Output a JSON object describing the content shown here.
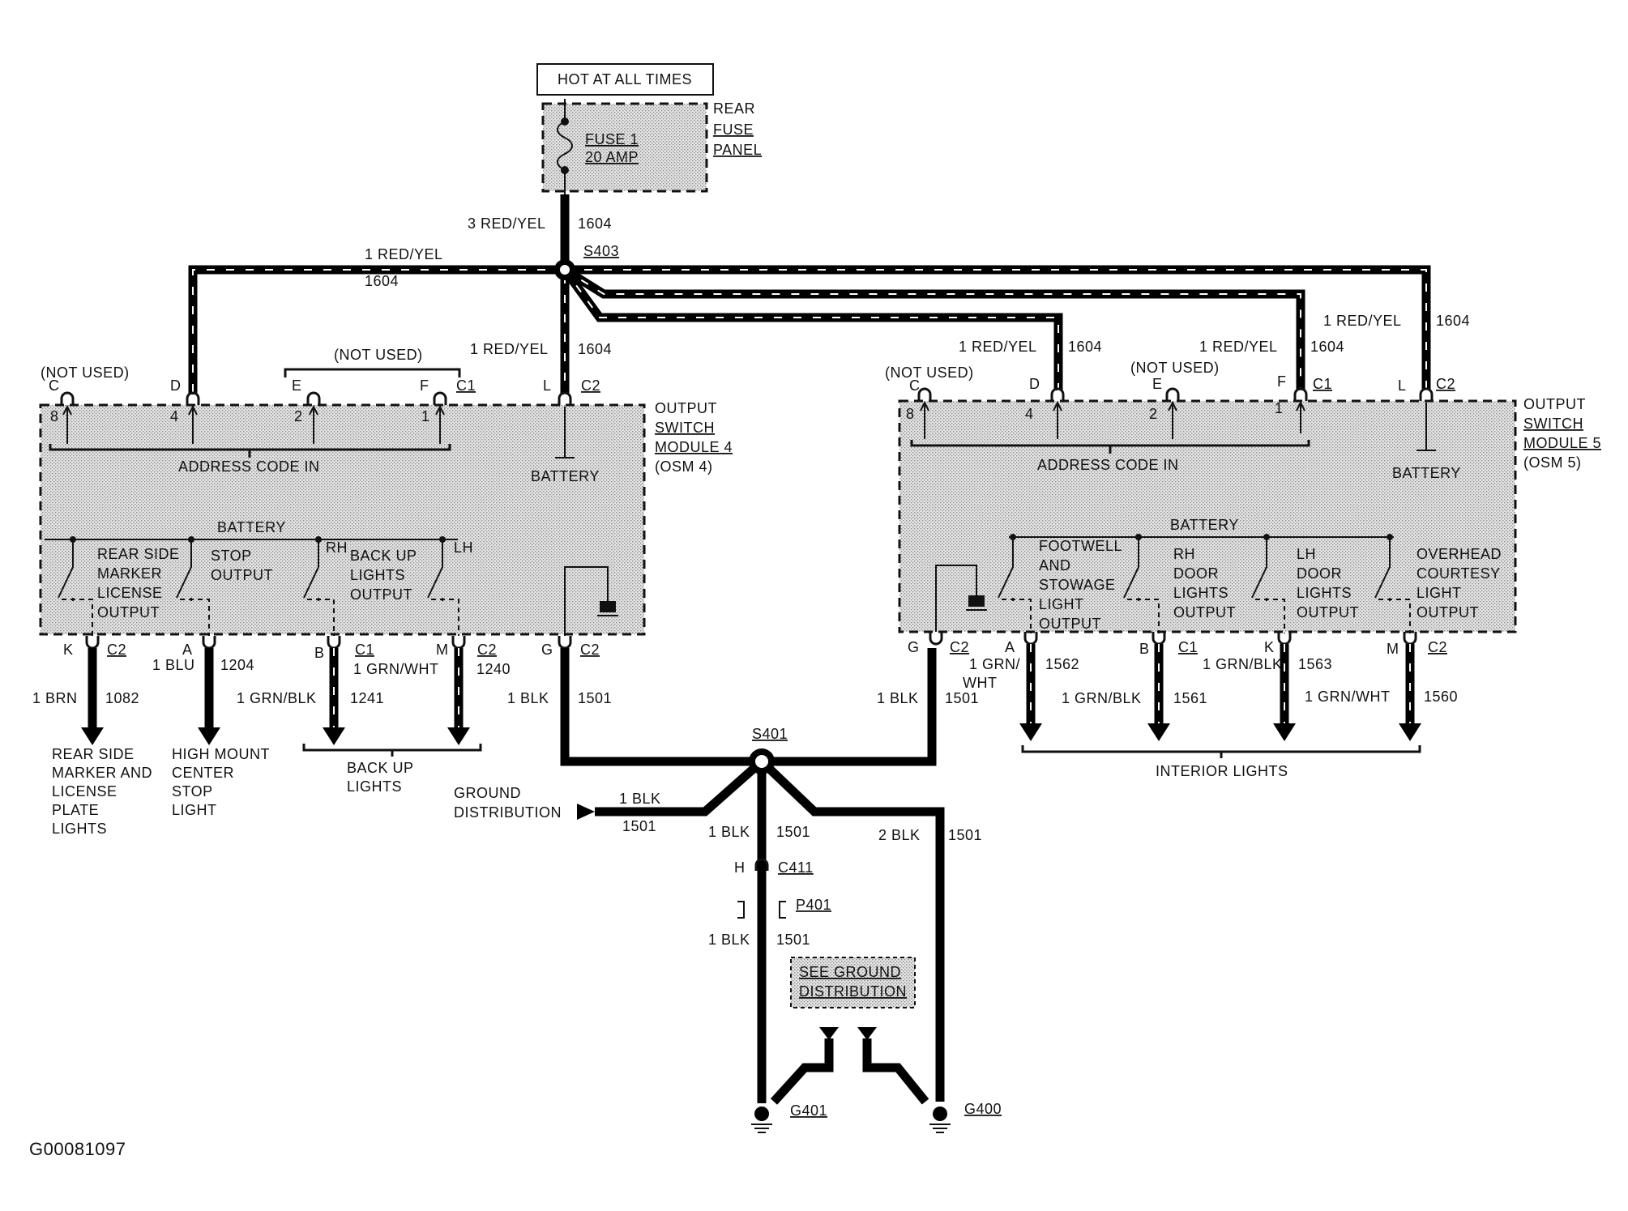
{
  "labels": {
    "hot_at_all_times": "HOT AT ALL TIMES",
    "fuse_name": "FUSE 1",
    "fuse_amp": "20 AMP",
    "rear": "REAR",
    "fuse": "FUSE",
    "panel": "PANEL",
    "w_3redyel": "3 RED/YEL",
    "w_1redyel": "1 RED/YEL",
    "c1604": "1604",
    "s403": "S403",
    "s401": "S401",
    "not_used": "(NOT USED)",
    "address_code_in": "ADDRESS CODE IN",
    "battery": "BATTERY",
    "output": "OUTPUT",
    "switch": "SWITCH",
    "module4": "MODULE 4",
    "osm4": "(OSM 4)",
    "module5": "MODULE 5",
    "osm5": "(OSM 5)",
    "rear_side": "REAR SIDE",
    "marker": "MARKER",
    "license": "LICENSE",
    "stop": "STOP",
    "rh": "RH",
    "lh": "LH",
    "back_up": "BACK UP",
    "lights": "LIGHTS",
    "footwell": "FOOTWELL",
    "and": "AND",
    "stowage": "STOWAGE",
    "light": "LIGHT",
    "door": "DOOR",
    "overhead": "OVERHEAD",
    "courtesy": "COURTESY",
    "p_c": "C",
    "p_d": "D",
    "p_e": "E",
    "p_f": "F",
    "p_l": "L",
    "p_k": "K",
    "p_a": "A",
    "p_b": "B",
    "p_m": "M",
    "p_g": "G",
    "p_h": "H",
    "c1": "C1",
    "c2": "C2",
    "n8": "8",
    "n4": "4",
    "n2": "2",
    "n1": "1",
    "w_1brn": "1 BRN",
    "c1082": "1082",
    "w_1blu": "1 BLU",
    "c1204": "1204",
    "w_1grnblk": "1 GRN/BLK",
    "c1241": "1241",
    "w_1grnwht": "1 GRN/WHT",
    "c1240": "1240",
    "w_1blk": "1 BLK",
    "c1501": "1501",
    "w_1grn_slash": "1 GRN/",
    "wht": "WHT",
    "c1562": "1562",
    "c1561": "1561",
    "c1563": "1563",
    "c1560": "1560",
    "rear_side_marker_and": "MARKER AND",
    "plate": "PLATE",
    "high_mount": "HIGH MOUNT",
    "center": "CENTER",
    "back_up_lights_1": "BACK UP",
    "interior_lights": "INTERIOR LIGHTS",
    "ground": "GROUND",
    "distribution": "DISTRIBUTION",
    "w_2blk": "2 BLK",
    "c411": "C411",
    "p401": "P401",
    "see_ground": "SEE GROUND",
    "distribution2": "DISTRIBUTION",
    "g401": "G401",
    "g400": "G400",
    "figure_id": "G00081097"
  }
}
